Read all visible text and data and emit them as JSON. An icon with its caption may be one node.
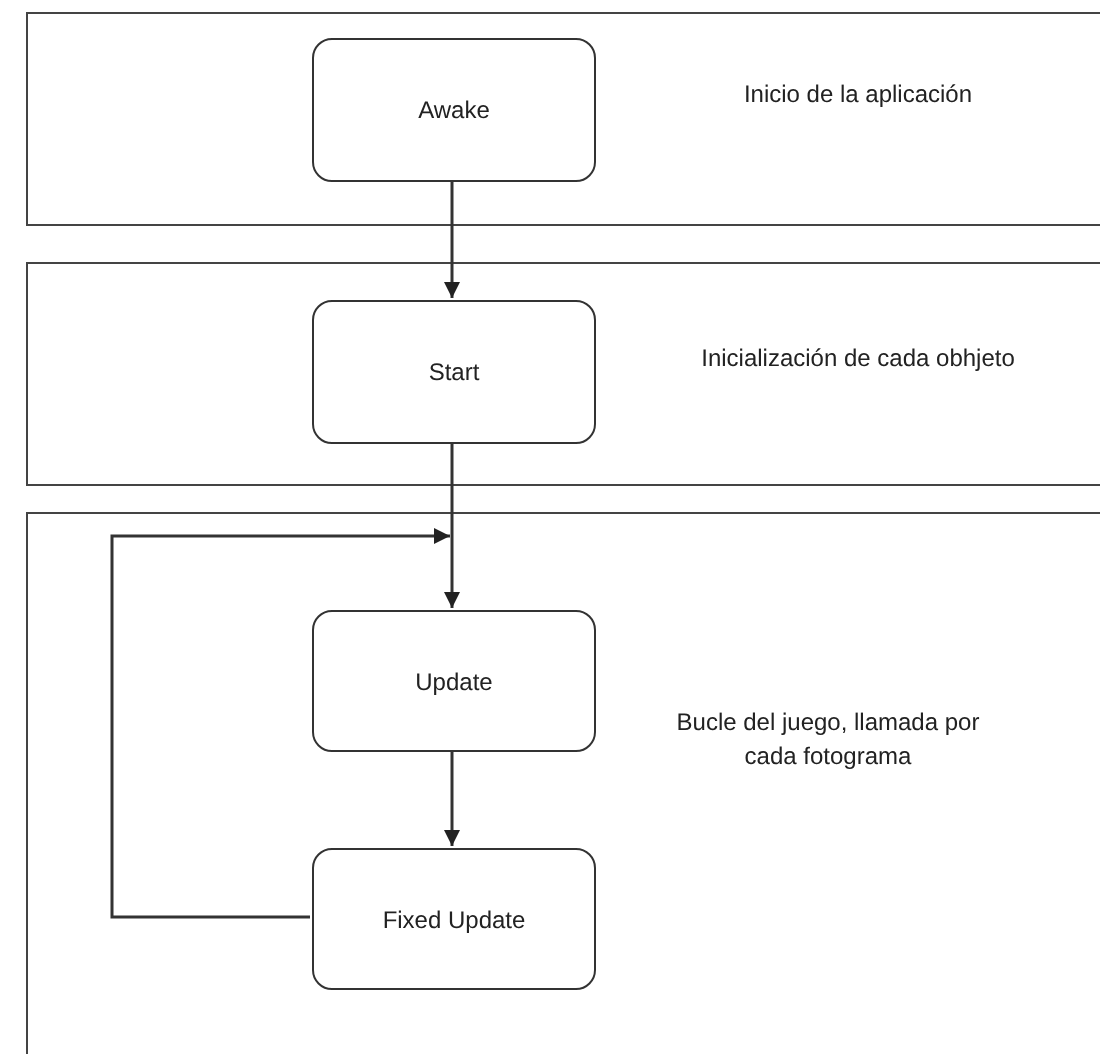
{
  "diagram": {
    "nodes": [
      {
        "text": [
          "Inicio de la aplicación"
        ]
      },
      {
        "text": [
          "Awake"
        ],
        "in": 0
      },
      {
        "text": [
          "Inicialización de cada obhjeto"
        ]
      },
      {
        "text": [
          "Start"
        ],
        "in": 2
      },
      {
        "text": [
          "Bucle del juego, llamada por cada fotograma"
        ]
      },
      {
        "text": [
          "Update"
        ],
        "in": 4
      },
      {
        "text": [
          "Fixed Update"
        ],
        "in": 4
      }
    ],
    "edges": [
      {
        "from": 1,
        "to": 3,
        "arrow": "to"
      },
      {
        "from": 3,
        "to": 5,
        "arrow": "to"
      },
      {
        "from": 5,
        "to": 6,
        "arrow": "to"
      },
      {
        "from": 6,
        "to": 5,
        "arrow": "to"
      }
    ]
  }
}
